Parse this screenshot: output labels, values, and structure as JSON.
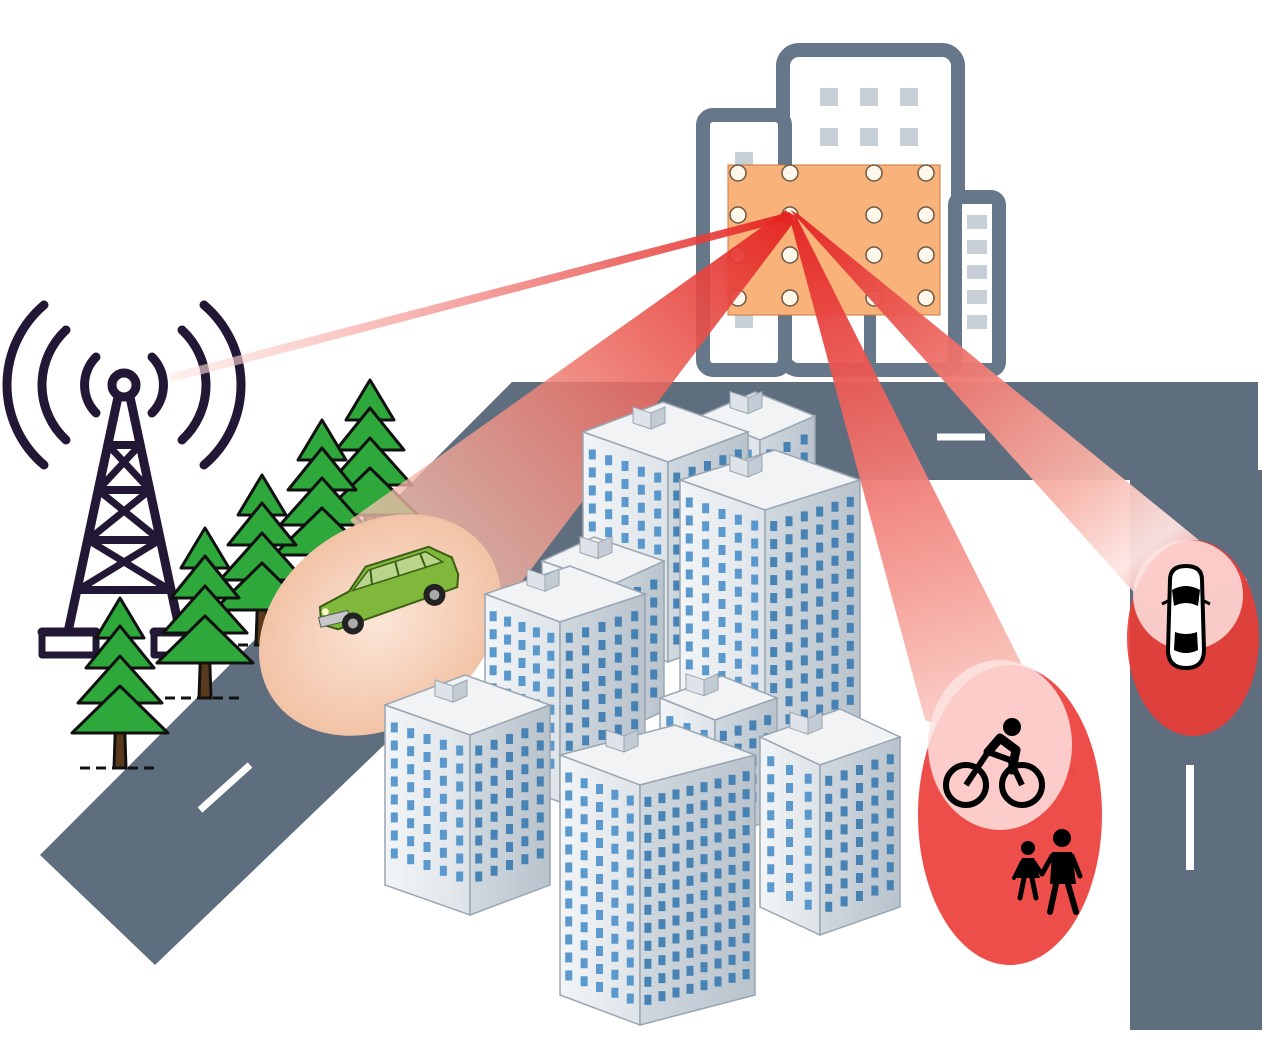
{
  "colors": {
    "background": "#ffffff",
    "road": "#5f6e7f",
    "road_marking": "#ffffff",
    "ris_panel": "#f9b27a",
    "ris_element": "#fff8ea",
    "building_outline": "#66778a",
    "building_window": "#c7cfd7",
    "tower": "#221836",
    "tree_foliage": "#2ea83a",
    "tree_trunk": "#5a3a1c",
    "beam_strong": "#e3221f",
    "beam_fade": "#ffe6e2",
    "car_halo": "#f6d3bb",
    "car_body": "#7fb83a",
    "skyscraper_face": "#e6eaee",
    "skyscraper_window": "#4a8fc9",
    "user_icon": "#000000"
  },
  "icons": {
    "base_station": "radio-tower-icon",
    "trees": "pine-tree-icon",
    "ris": "reconfigurable-surface-panel",
    "users": [
      "car-icon",
      "cyclist-icon",
      "pedestrians-icon",
      "car-top-view-icon"
    ],
    "obstacles": "skyscraper-cluster-icon"
  },
  "beams": [
    {
      "target": "base-station",
      "intensity": "weak"
    },
    {
      "target": "car",
      "intensity": "medium"
    },
    {
      "target": "cyclist-and-pedestrians",
      "intensity": "strong"
    },
    {
      "target": "car-top-view",
      "intensity": "strong"
    }
  ]
}
